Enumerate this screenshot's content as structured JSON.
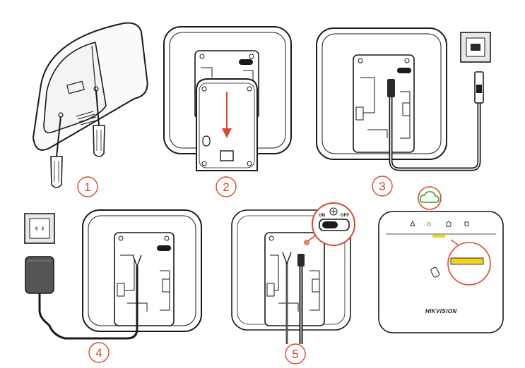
{
  "steps": [
    {
      "number": "1"
    },
    {
      "number": "2"
    },
    {
      "number": "3"
    },
    {
      "number": "4"
    },
    {
      "number": "5"
    }
  ],
  "switch": {
    "on_label": "ON",
    "off_label": "OFF"
  },
  "hub": {
    "brand": "HIKVISION"
  },
  "colors": {
    "accent_red": "#d9482a",
    "cloud_green": "#3fae3b",
    "led_yellow": "#f2d21a",
    "outline": "#1a1a1a"
  }
}
